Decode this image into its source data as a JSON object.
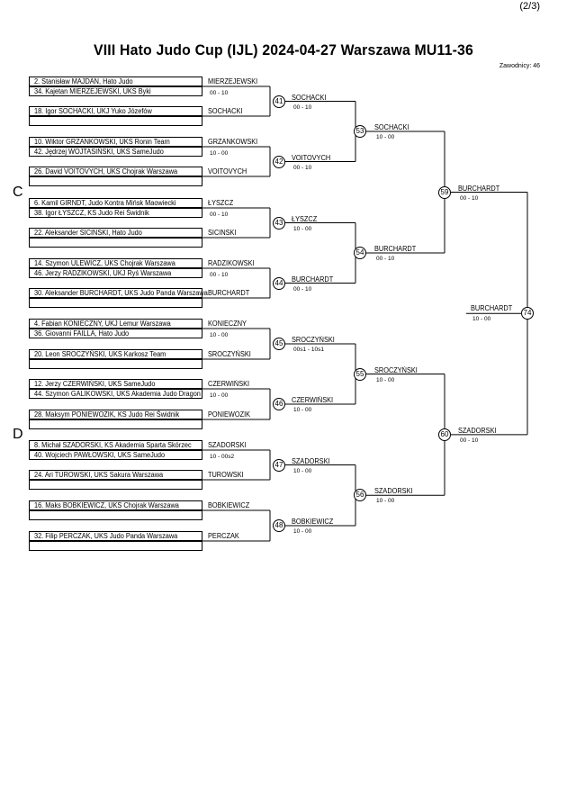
{
  "page_number": "(2/3)",
  "title": "VIII Hato Judo Cup (IJL)  2024-04-27  Warszawa   MU11-36",
  "competitor_count": "Zawodnicy: 46",
  "pools": [
    "C",
    "D"
  ],
  "entries": [
    "2. Stanisław MAJDAN, Hato Judo",
    "34. Kajetan MIERZEJEWSKI, UKS Byki",
    "18. Igor SOCHACKI, UKJ Yuko Józefów",
    "10. Wiktor GRZANKOWSKI, UKS Ronin Team",
    "42. Jędrzej WOJTASIŃSKI, UKS SameJudo",
    "26. David VOITOVYCH, UKS Chojrak Warszawa",
    "6. Kamil GIRNDT, Judo Kontra Mińsk Maowiecki",
    "38. Igor ŁYSZCZ, KS Judo Rei Świdnik",
    "22. Aleksander SICINSKI, Hato Judo",
    "14. Szymon ULEWICZ, UKS Chojrak Warszawa",
    "46. Jerzy RADZIKOWSKI, UKJ Ryś Warszawa",
    "30. Aleksander BURCHARDT, UKS Judo Panda Warszawa",
    "4. Fabian KONIECZNY, UKJ Lemur Warszawa",
    "36. Giovanni FAILLA, Hato Judo",
    "20. Leon SROCZYŃSKI, UKS Karkosz Team",
    "12. Jerzy CZERWIŃSKI, UKS SameJudo",
    "44. Szymon GALIKOWSKI, UKS Akademia Judo Dragon",
    "28. Maksym PONIEWOZIK, KS Judo Rei Świdnik",
    "8. Michał SZADORSKI, KS Akademia Sparta Skórzec",
    "40. Wojciech PAWŁOWSKI, UKS SameJudo",
    "24. Ari TUROWSKI, UKS Sakura Warszawa",
    "16. Maks BOBKIEWICZ, UKS Chojrak Warszawa",
    "32. Filip PERCZAK, UKS Judo Panda Warszawa"
  ],
  "r1_winners": [
    "MIERZEJEWSKI",
    "GRZANKOWSKI",
    "ŁYSZCZ",
    "RADZIKOWSKI",
    "KONIECZNY",
    "CZERWIŃSKI",
    "SZADORSKI"
  ],
  "r1_scores": [
    "00 - 10",
    "10 - 00",
    "00 - 10",
    "00 - 10",
    "10 - 00",
    "10 - 00",
    "10 - 00s2"
  ],
  "byes": [
    "SOCHACKI",
    "VOITOVYCH",
    "SICINSKI",
    "BURCHARDT",
    "SROCZYŃSKI",
    "PONIEWOZIK",
    "TUROWSKI",
    "BOBKIEWICZ",
    "PERCZAK"
  ],
  "r2": [
    {
      "num": "41",
      "winner": "SOCHACKI",
      "score": "00 - 10"
    },
    {
      "num": "42",
      "winner": "VOITOVYCH",
      "score": "00 - 10"
    },
    {
      "num": "43",
      "winner": "ŁYSZCZ",
      "score": "10 - 00"
    },
    {
      "num": "44",
      "winner": "BURCHARDT",
      "score": "00 - 10"
    },
    {
      "num": "45",
      "winner": "SROCZYŃSKI",
      "score": "00s1 - 10s1"
    },
    {
      "num": "46",
      "winner": "CZERWIŃSKI",
      "score": "10 - 00"
    },
    {
      "num": "47",
      "winner": "SZADORSKI",
      "score": "10 - 00"
    },
    {
      "num": "48",
      "winner": "BOBKIEWICZ",
      "score": "10 - 00"
    }
  ],
  "r3": [
    {
      "num": "53",
      "winner": "SOCHACKI",
      "score": "10 - 00"
    },
    {
      "num": "54",
      "winner": "BURCHARDT",
      "score": "00 - 10"
    },
    {
      "num": "55",
      "winner": "SROCZYŃSKI",
      "score": "10 - 00"
    },
    {
      "num": "56",
      "winner": "SZADORSKI",
      "score": "10 - 00"
    }
  ],
  "r4": [
    {
      "num": "59",
      "winner": "BURCHARDT",
      "score": "00 - 10"
    },
    {
      "num": "60",
      "winner": "SZADORSKI",
      "score": "00 - 10"
    }
  ],
  "final": {
    "num": "74",
    "winner": "BURCHARDT",
    "score": "10 - 00"
  }
}
